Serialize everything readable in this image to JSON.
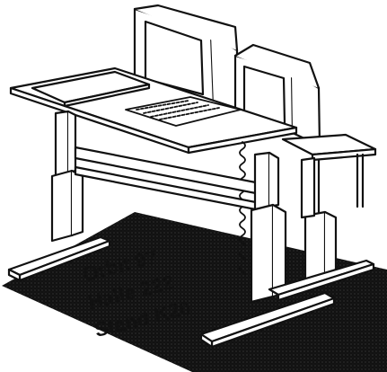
{
  "booth_label": {
    "line1": "Orbit 97",
    "line2": "Halle 222",
    "line3": "Stand K20"
  },
  "illustration": {
    "subject": "height-adjustable computer workstation desk",
    "ink_color": "#111111",
    "background_color": "#ffffff",
    "floor_shading_color": "#9a9a9a"
  }
}
